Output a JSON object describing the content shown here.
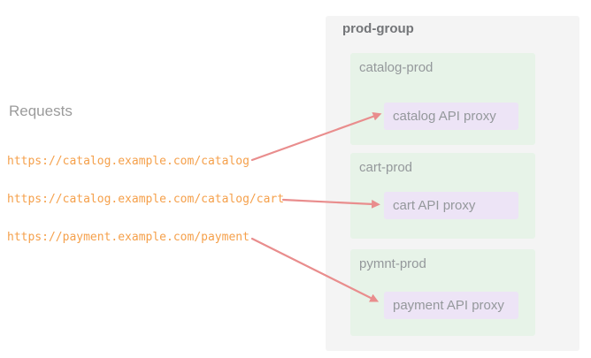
{
  "requests": {
    "heading": "Requests",
    "urls": [
      "https://catalog.example.com/catalog",
      "https://catalog.example.com/catalog/cart",
      "https://payment.example.com/payment"
    ]
  },
  "prod_group": {
    "name": "prod-group",
    "environments": [
      {
        "name": "catalog-prod",
        "proxy": "catalog API proxy"
      },
      {
        "name": "cart-prod",
        "proxy": "cart API proxy"
      },
      {
        "name": "pymnt-prod",
        "proxy": "payment API proxy"
      }
    ]
  },
  "arrows": [
    {
      "from_url_index": 0,
      "to_proxy": "catalog API proxy"
    },
    {
      "from_url_index": 1,
      "to_proxy": "cart API proxy"
    },
    {
      "from_url_index": 2,
      "to_proxy": "payment API proxy"
    }
  ],
  "colors": {
    "arrow": "#e98d8d",
    "url_text": "#f5a04b",
    "group_bg": "#f4f4f4",
    "env_bg": "#e7f3e8",
    "proxy_bg": "#ede4f6",
    "label_text": "#94989b",
    "group_title_text": "#737578",
    "heading_text": "#9b9b9b"
  }
}
